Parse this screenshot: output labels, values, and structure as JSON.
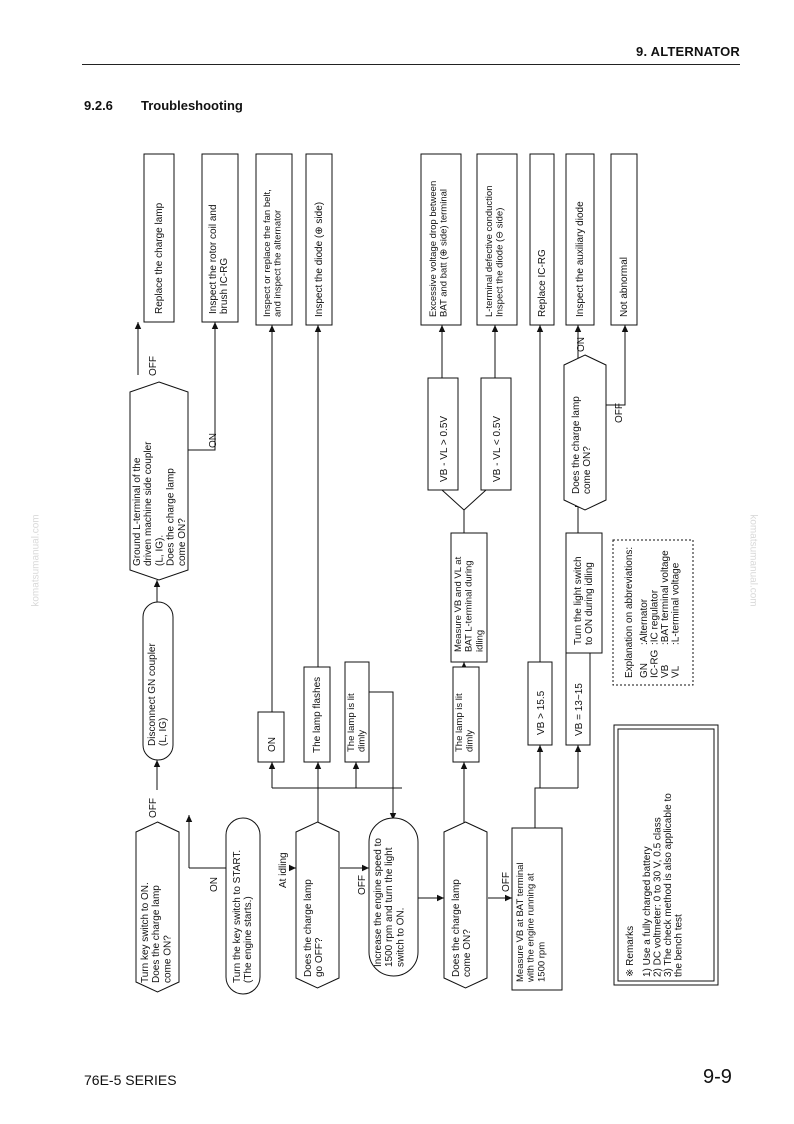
{
  "header": {
    "title": "9. ALTERNATOR"
  },
  "section": {
    "number": "9.2.6",
    "title": "Troubleshooting"
  },
  "footer": {
    "series": "76E-5 SERIES",
    "page": "9-9"
  },
  "watermark": "komatsumanual.com",
  "flowchart": {
    "decisions": {
      "key_on_lamp": [
        "Turn key switch to ON.",
        "Does the charge lamp",
        "come ON?"
      ],
      "key_start": [
        "Turn the key switch to START.",
        "(The engine starts.)"
      ],
      "lamp_off": [
        "Does the charge lamp",
        "go OFF?"
      ],
      "increase_speed": [
        "Increase the engine speed to",
        "1500 rpm and turn the light",
        "switch to ON."
      ],
      "lamp_on_again": [
        "Does the charge lamp",
        "come ON?"
      ],
      "disconnect_gn": [
        "Disconnect GN coupler",
        "(L, IG)"
      ],
      "ground_l": [
        "Ground L-terminal of the",
        "driven machine side coupler",
        "(L, IG).",
        "Does the charge lamp",
        "come ON?"
      ],
      "lamp_on_idle": [
        "Does the charge lamp",
        "come ON?"
      ]
    },
    "processes": {
      "measure_vb_bat": [
        "Measure VB at BAT terminal",
        "with the engine running at",
        "1500 rpm"
      ],
      "measure_vb_vl": [
        "Measure VB and VL at",
        "BAT L-terminal during",
        "idling"
      ],
      "light_switch_idle": [
        "Turn the light switch",
        "to ON during idling"
      ]
    },
    "conditions": {
      "on": "ON",
      "lamp_flashes": "The lamp flashes",
      "lamp_lit_dimly_1": [
        "The lamp is lit",
        "dimly"
      ],
      "lamp_lit_dimly_2": [
        "The lamp is lit",
        "dimly"
      ],
      "vb_gt_15_5": "VB > 15.5",
      "vb_13_15": "VB = 13~15",
      "vb_vl_gt": "VB - VL > 0.5V",
      "vb_vl_lt": "VB - VL < 0.5V"
    },
    "results": {
      "replace_lamp": "Replace the charge lamp",
      "inspect_rotor": [
        "Inspect the rotor coil and",
        "brush IC-RG"
      ],
      "inspect_fanbelt": [
        "Inspect or replace the fan belt,",
        "and inspect the alternator"
      ],
      "inspect_diode_plus": "Inspect the diode (⊕ side)",
      "excessive_drop": [
        "Excessive voltage drop between",
        "BAT and batt (⊕ side) terminal"
      ],
      "l_terminal_defect": [
        "L-terminal defective conduction",
        "Inspect the diode (⊖ side)"
      ],
      "replace_icrg": "Replace IC-RG",
      "inspect_aux_diode": "Inspect the auxiliary diode",
      "not_abnormal": "Not abnormal"
    },
    "edge_labels": {
      "off_1": "OFF",
      "on_1": "ON",
      "at_idling": "At idling",
      "off_2": "OFF",
      "off_3": "OFF",
      "off_ground": "OFF",
      "on_ground": "ON",
      "on_idle": "ON",
      "off_idle": "OFF"
    },
    "abbreviations": {
      "title": "Explanation on abbreviations:",
      "items": [
        {
          "abbr": "GN",
          "desc": ":Alternator"
        },
        {
          "abbr": "IC-RG",
          "desc": ":IC regulator"
        },
        {
          "abbr": "VB",
          "desc": ":BAT terminal voltage"
        },
        {
          "abbr": "VL",
          "desc": ":L-terminal voltage"
        }
      ]
    },
    "remarks": {
      "title": "※ Remarks",
      "lines": [
        "1) Use a fully charged battery",
        "2) DC voltmeter: 0 to 30 V, 0.5 class",
        "3) The check method is also applicable to",
        "    the bench test"
      ]
    }
  }
}
